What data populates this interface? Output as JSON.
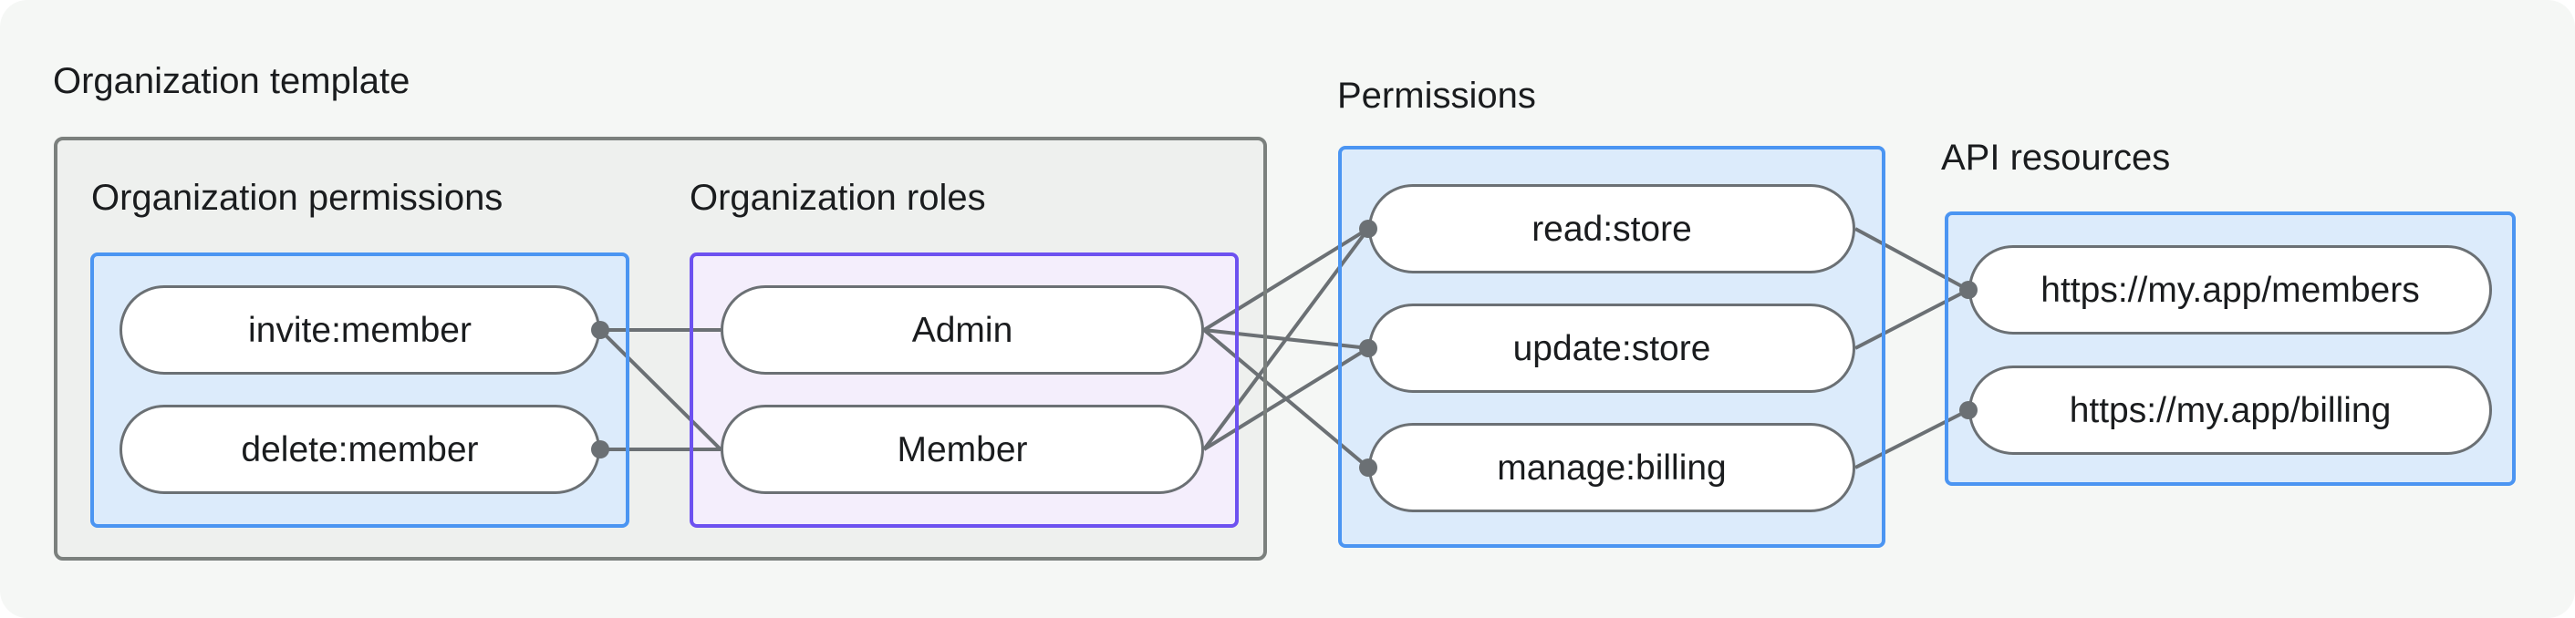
{
  "sections": {
    "organization_template": {
      "label": "Organization template"
    },
    "organization_permissions": {
      "label": "Organization permissions",
      "nodes": [
        {
          "id": "invite-member",
          "label": "invite:member"
        },
        {
          "id": "delete-member",
          "label": "delete:member"
        }
      ]
    },
    "organization_roles": {
      "label": "Organization roles",
      "nodes": [
        {
          "id": "admin",
          "label": "Admin"
        },
        {
          "id": "member",
          "label": "Member"
        }
      ]
    },
    "permissions": {
      "label": "Permissions",
      "nodes": [
        {
          "id": "read-store",
          "label": "read:store"
        },
        {
          "id": "update-store",
          "label": "update:store"
        },
        {
          "id": "manage-billing",
          "label": "manage:billing"
        }
      ]
    },
    "api_resources": {
      "label": "API resources",
      "nodes": [
        {
          "id": "members-resource",
          "label": "https://my.app/members"
        },
        {
          "id": "billing-resource",
          "label": "https://my.app/billing"
        }
      ]
    }
  },
  "edges": [
    {
      "from": "invite-member",
      "to": "admin"
    },
    {
      "from": "invite-member",
      "to": "member"
    },
    {
      "from": "delete-member",
      "to": "member"
    },
    {
      "from": "admin",
      "to": "read-store"
    },
    {
      "from": "admin",
      "to": "update-store"
    },
    {
      "from": "admin",
      "to": "manage-billing"
    },
    {
      "from": "member",
      "to": "read-store"
    },
    {
      "from": "member",
      "to": "update-store"
    },
    {
      "from": "read-store",
      "to": "members-resource"
    },
    {
      "from": "update-store",
      "to": "members-resource"
    },
    {
      "from": "manage-billing",
      "to": "billing-resource"
    }
  ],
  "ports_with_dots": [
    {
      "node": "invite-member",
      "side": "right"
    },
    {
      "node": "delete-member",
      "side": "right"
    },
    {
      "node": "read-store",
      "side": "left"
    },
    {
      "node": "update-store",
      "side": "left"
    },
    {
      "node": "manage-billing",
      "side": "left"
    },
    {
      "node": "members-resource",
      "side": "left"
    },
    {
      "node": "billing-resource",
      "side": "left"
    }
  ],
  "style": {
    "canvas_background": "#f5f7f5",
    "outer_box_fill": "#eef0ee",
    "outer_box_border": "#7b807d",
    "blue_box_fill": "#dcebfb",
    "blue_box_border": "#4b95f2",
    "purple_box_fill": "#f4eefc",
    "purple_box_border": "#6d51f0",
    "node_fill": "#ffffff",
    "node_border": "#6b7074",
    "connector_color": "#6b7074",
    "connector_width": 4,
    "dot_radius": 10,
    "text_color": "#1a1c1e"
  }
}
